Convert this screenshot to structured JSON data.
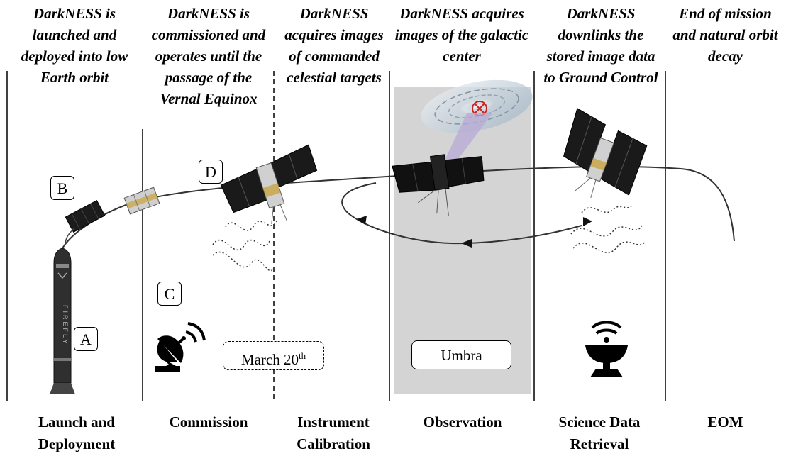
{
  "phases": [
    {
      "id": "launch",
      "description": "DarkNESS is launched and deployed into low Earth orbit",
      "name": "Launch and Deployment"
    },
    {
      "id": "commission",
      "description": "DarkNESS is commissioned and operates until the passage of the Vernal Equinox",
      "name": "Commission"
    },
    {
      "id": "calibration",
      "description": "DarkNESS acquires images of commanded celestial targets",
      "name": "Instrument Calibration"
    },
    {
      "id": "observation",
      "description": "DarkNESS acquires images of the galactic center",
      "name": "Observation"
    },
    {
      "id": "retrieval",
      "description": "DarkNESS downlinks the stored image data to Ground Control",
      "name": "Science Data Retrieval"
    },
    {
      "id": "eom",
      "description": "End of mission and natural orbit decay",
      "name": "EOM"
    }
  ],
  "markers": {
    "a": "A",
    "b": "B",
    "c": "C",
    "d": "D"
  },
  "callouts": {
    "date_main": "March 20",
    "date_suffix": "th",
    "umbra": "Umbra"
  },
  "rocket_lettering": "FIREFLY",
  "colors": {
    "umbra_shade": "#d4d4d4",
    "galaxy_target": "#cc2222",
    "beam": "#b8a9d6",
    "panel": "#1a1a1a",
    "satellite_bus": "#cfcfcf",
    "solar_cell_gold": "#c9a23b"
  },
  "icons": [
    "rocket-icon",
    "satellite-dispenser-icon",
    "cubesat-icon",
    "satellite-dish-icon",
    "ground-antenna-icon",
    "galaxy-icon",
    "target-marker-icon"
  ]
}
